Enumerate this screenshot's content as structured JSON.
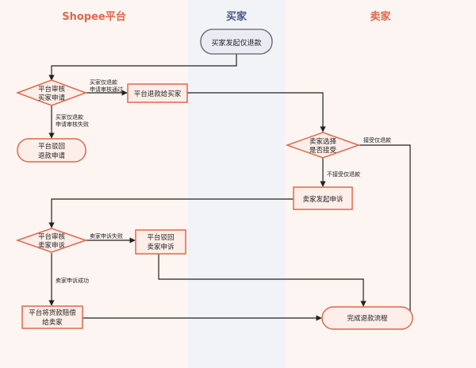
{
  "lanes": [
    {
      "title": "Shopee平台",
      "color": "#e2674a",
      "bg": "#fdf5f1"
    },
    {
      "title": "买家",
      "color": "#4a5a86",
      "bg": "#f1f3f7"
    },
    {
      "title": "卖家",
      "color": "#e2674a",
      "bg": "#fdf5f1"
    }
  ],
  "nodes": {
    "start": "买家发起仅退款",
    "review1_l1": "平台审核",
    "review1_l2": "买家申请",
    "refund_buyer": "平台退款给买家",
    "reject1_l1": "平台驳回",
    "reject1_l2": "退款申请",
    "seller_choice_l1": "卖家选择",
    "seller_choice_l2": "是否接受",
    "seller_appeal": "卖家发起申诉",
    "review2_l1": "平台审核",
    "review2_l2": "卖家申诉",
    "reject2_l1": "平台驳回",
    "reject2_l2": "卖家申诉",
    "compensate_l1": "平台将货款赔偿",
    "compensate_l2": "给卖家",
    "done": "完成退款流程"
  },
  "edge_labels": {
    "approved_l1": "买家仅退款",
    "approved_l2": "申请审核通过",
    "failed_l1": "买家仅退款",
    "failed_l2": "申请审核失败",
    "accept": "接受仅退款",
    "not_accept": "不接受仅退款",
    "appeal_fail": "卖家申诉失败",
    "appeal_success": "卖家申诉成功"
  },
  "colors": {
    "accent": "#e2674a",
    "line": "#222222",
    "node_fill": "#fdeee9",
    "buyer_fill": "#e9ecf2",
    "buyer_stroke": "#606070"
  }
}
